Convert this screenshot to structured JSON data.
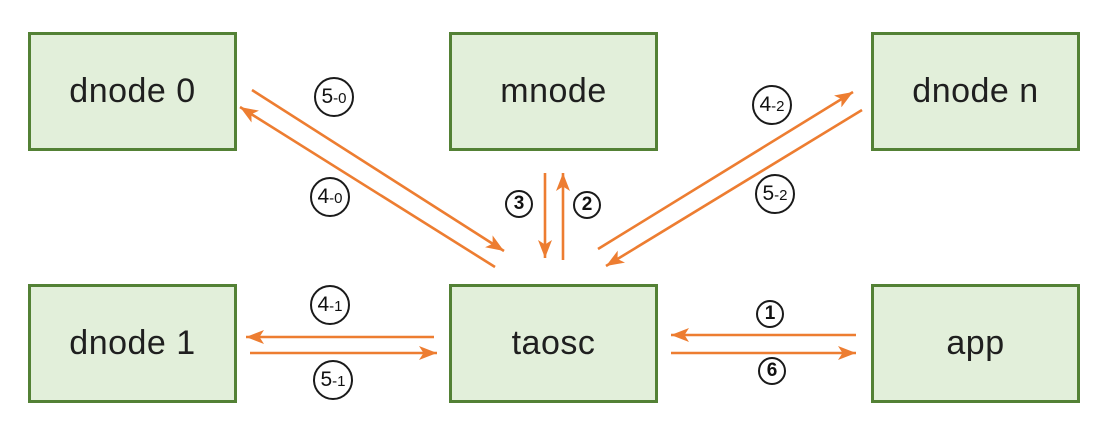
{
  "diagram": {
    "background": "#ffffff",
    "colors": {
      "node_fill": "#e2efda",
      "node_border": "#538135",
      "arrow": "#ed7d31",
      "label_circle_border": "#1a1a1a",
      "text": "#1f1f1f"
    },
    "nodes": [
      {
        "id": "dnode0",
        "label": "dnode 0"
      },
      {
        "id": "mnode",
        "label": "mnode"
      },
      {
        "id": "dnoden",
        "label": "dnode n"
      },
      {
        "id": "dnode1",
        "label": "dnode 1"
      },
      {
        "id": "taosc",
        "label": "taosc"
      },
      {
        "id": "app",
        "label": "app"
      }
    ],
    "edges": [
      {
        "label": "5-0",
        "from": "dnode 0",
        "to": "taosc"
      },
      {
        "label": "4-0",
        "from": "taosc",
        "to": "dnode 0"
      },
      {
        "label": "2",
        "from": "taosc",
        "to": "mnode"
      },
      {
        "label": "3",
        "from": "mnode",
        "to": "taosc"
      },
      {
        "label": "4-2",
        "from": "taosc",
        "to": "dnode n"
      },
      {
        "label": "5-2",
        "from": "dnode n",
        "to": "taosc"
      },
      {
        "label": "4-1",
        "from": "taosc",
        "to": "dnode 1"
      },
      {
        "label": "5-1",
        "from": "dnode 1",
        "to": "taosc"
      },
      {
        "label": "1",
        "from": "app",
        "to": "taosc"
      },
      {
        "label": "6",
        "from": "taosc",
        "to": "app"
      }
    ]
  }
}
